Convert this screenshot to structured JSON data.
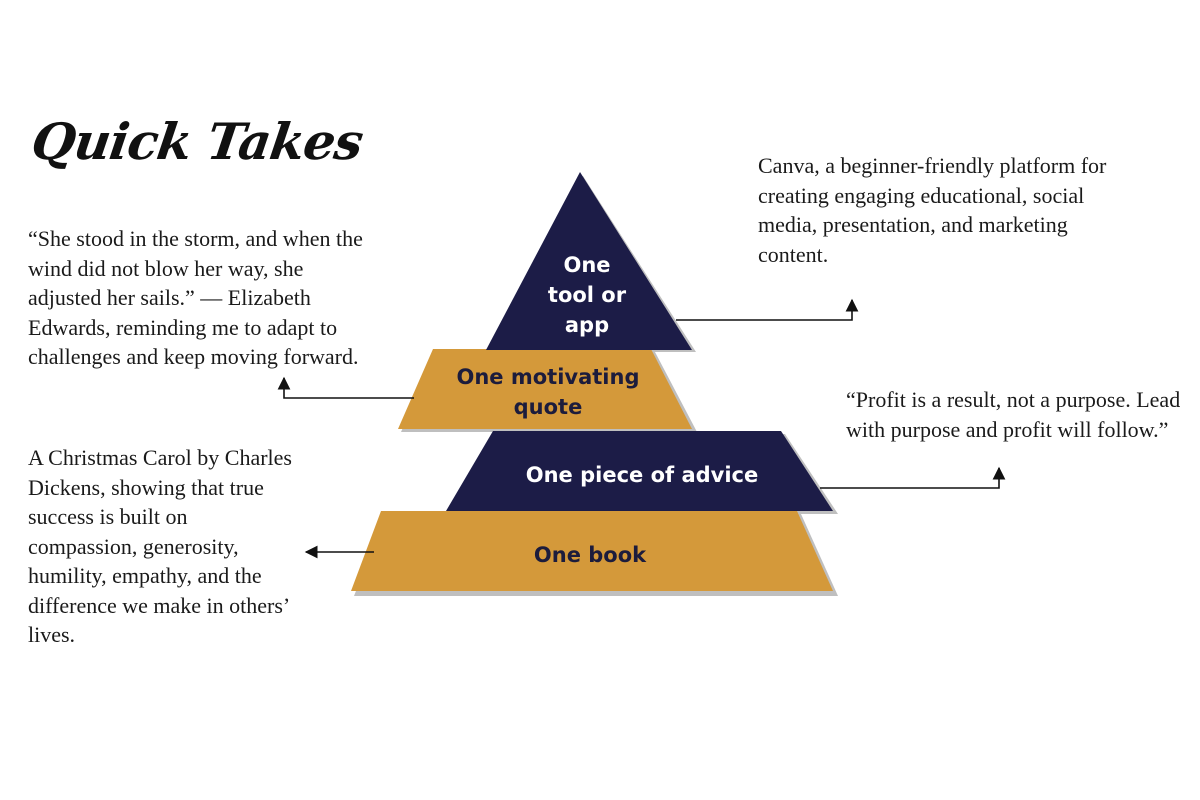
{
  "title": "Quick Takes",
  "colors": {
    "navy": "#1c1c47",
    "gold": "#d4993a",
    "shadow": "#8a8a8a",
    "text": "#1a1a1a"
  },
  "pyramid": {
    "levels": [
      {
        "id": "tool",
        "line1": "One",
        "line2": "tool or",
        "line3": "app"
      },
      {
        "id": "quote",
        "line1": "One motivating",
        "line2": "quote"
      },
      {
        "id": "advice",
        "line1": "One piece of advice"
      },
      {
        "id": "book",
        "line1": "One book"
      }
    ]
  },
  "notes": {
    "quote": "“She stood in the storm, and when the wind did not blow her way, she adjusted her sails.” — Elizabeth Edwards, reminding me to adapt to challenges and keep moving forward.",
    "book": " A Christmas Carol by Charles Dickens, showing that true success is built on compassion, generosity, humility, empathy, and the difference we make in others’ lives.",
    "tool": "Canva, a beginner-friendly platform for creating engaging educational, social media, presentation, and marketing content.",
    "advice": "“Profit is a result, not a purpose. Lead with purpose and profit will follow.”"
  }
}
